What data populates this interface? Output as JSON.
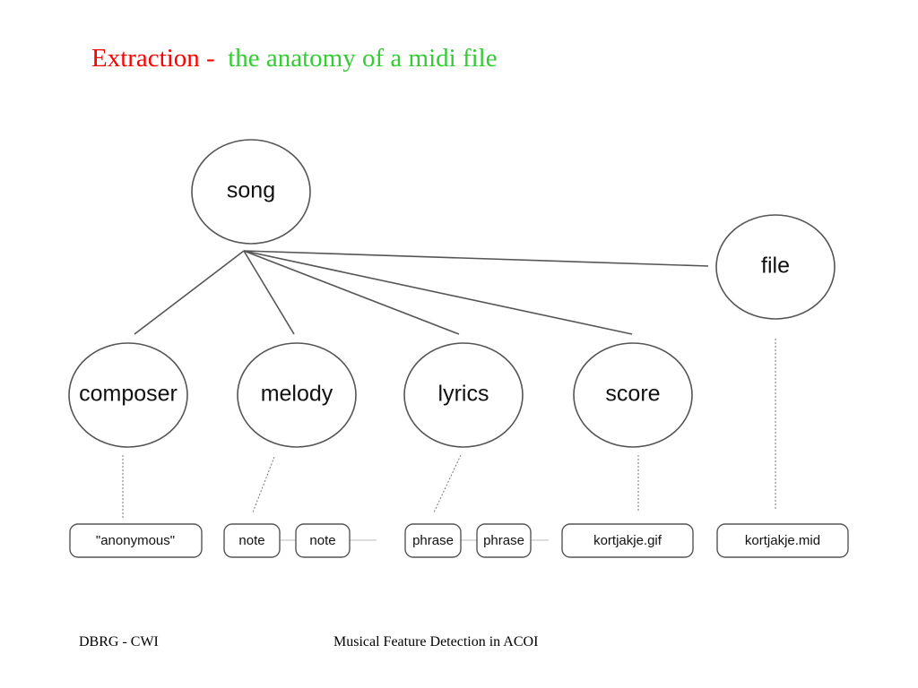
{
  "title": {
    "main": "Extraction -",
    "sub": "the anatomy of a midi file"
  },
  "colors": {
    "title_main": "#ff0000",
    "title_sub": "#33cc33",
    "diagram_stroke": "#555555",
    "diagram_text": "#111111"
  },
  "diagram": {
    "nodes": {
      "song": "song",
      "file": "file",
      "composer": "composer",
      "melody": "melody",
      "lyrics": "lyrics",
      "score": "score"
    },
    "values": {
      "anonymous": "\"anonymous\"",
      "note_1": "note",
      "note_2": "note",
      "phrase_1": "phrase",
      "phrase_2": "phrase",
      "gif": "kortjakje.gif",
      "mid": "kortjakje.mid"
    }
  },
  "footer": {
    "left": "DBRG - CWI",
    "center": "Musical Feature Detection in ACOI"
  }
}
